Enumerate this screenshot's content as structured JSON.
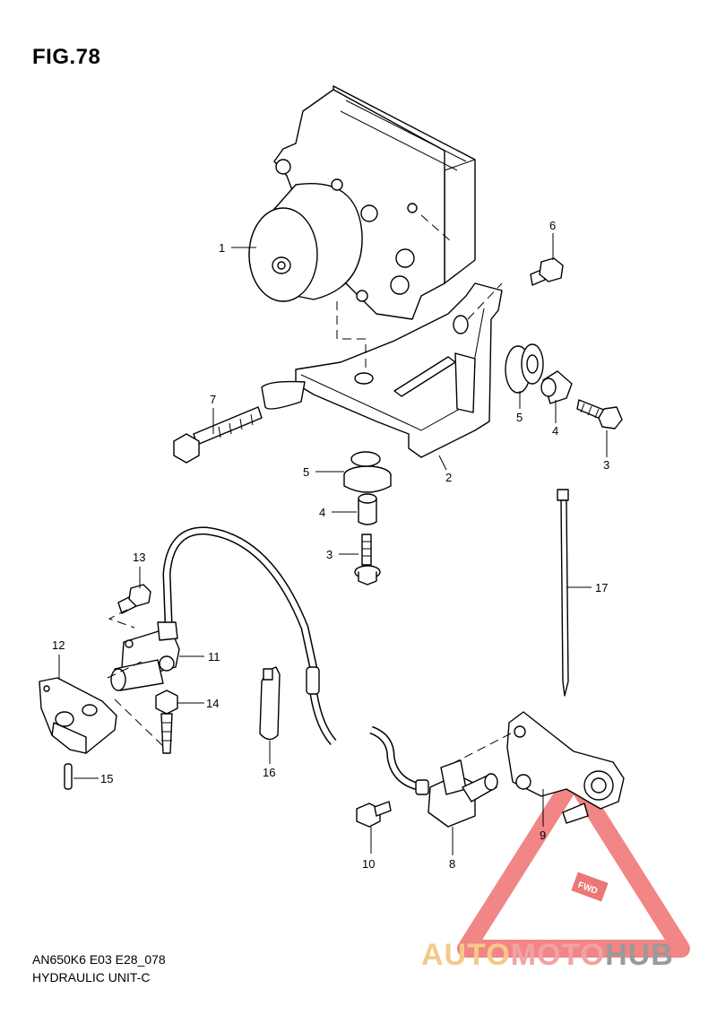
{
  "figure": {
    "title": "FIG.78",
    "model_code": "AN650K6 E03 E28_078",
    "caption": "HYDRAULIC UNIT-C"
  },
  "brand": {
    "part1": "AUTO",
    "part2": "MOTO",
    "part3": "HUB",
    "colors": {
      "auto": "#f5c98a",
      "moto": "#f2a2a2",
      "hub": "#9a9a9a",
      "triangle": "#f07070"
    }
  },
  "fwd_label": "FWD",
  "callouts": [
    {
      "id": "c1",
      "text": "1"
    },
    {
      "id": "c2",
      "text": "2"
    },
    {
      "id": "c3a",
      "text": "3"
    },
    {
      "id": "c3b",
      "text": "3"
    },
    {
      "id": "c4a",
      "text": "4"
    },
    {
      "id": "c4b",
      "text": "4"
    },
    {
      "id": "c5a",
      "text": "5"
    },
    {
      "id": "c5b",
      "text": "5"
    },
    {
      "id": "c6",
      "text": "6"
    },
    {
      "id": "c7",
      "text": "7"
    },
    {
      "id": "c8",
      "text": "8"
    },
    {
      "id": "c9",
      "text": "9"
    },
    {
      "id": "c10",
      "text": "10"
    },
    {
      "id": "c11",
      "text": "11"
    },
    {
      "id": "c12",
      "text": "12"
    },
    {
      "id": "c13",
      "text": "13"
    },
    {
      "id": "c14",
      "text": "14"
    },
    {
      "id": "c15",
      "text": "15"
    },
    {
      "id": "c16",
      "text": "16"
    },
    {
      "id": "c17",
      "text": "17"
    }
  ]
}
